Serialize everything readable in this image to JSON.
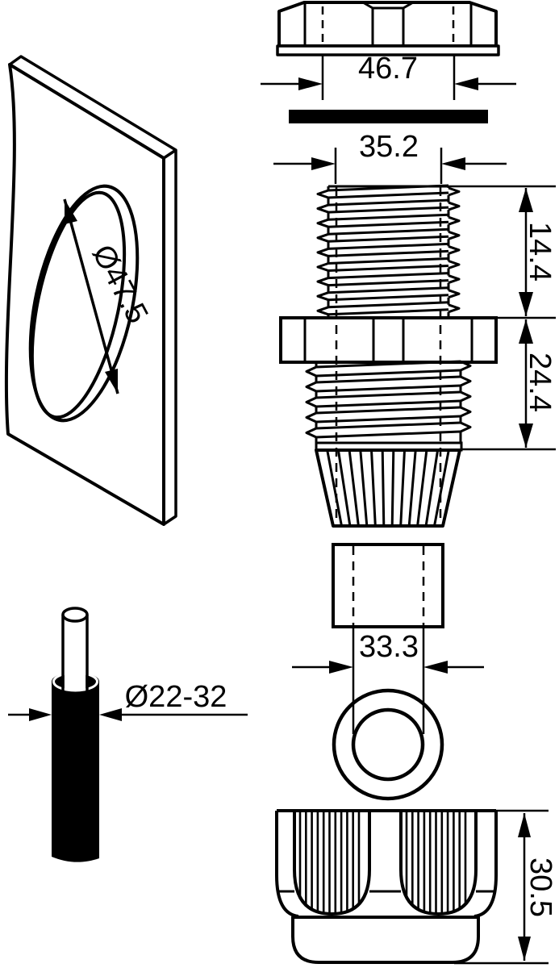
{
  "diagram": {
    "type": "technical-drawing",
    "subject": "cable-gland-exploded-view",
    "colors": {
      "line": "#000000",
      "background": "#ffffff",
      "gasket_fill": "#000000",
      "cable_jacket_fill": "#000000"
    }
  },
  "labels": {
    "locknut_width": "46.7",
    "upper_thread_od": "35.2",
    "upper_thread_len": "14.4",
    "lower_thread_len": "24.4",
    "sleeve_od": "33.3",
    "cap_height": "30.5",
    "panel_hole_dia": "Ø47.5",
    "cable_dia_range": "Ø22-32"
  }
}
